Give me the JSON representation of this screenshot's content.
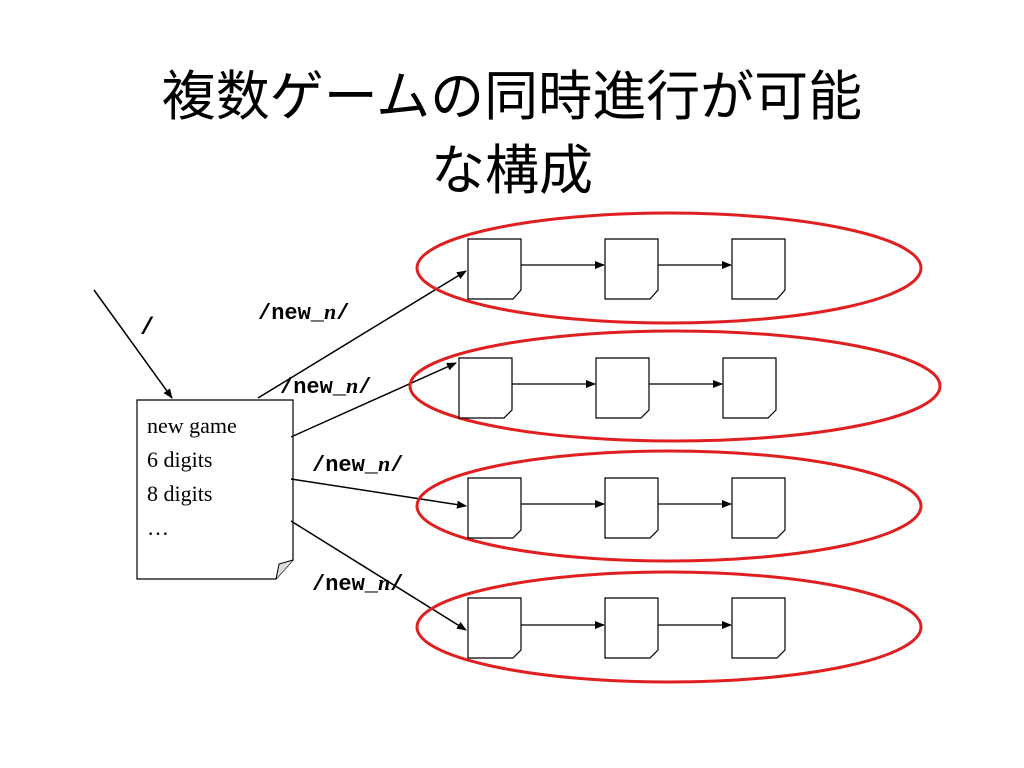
{
  "title": {
    "line1": "複数ゲームの同時進行が可能",
    "line2": "な構成"
  },
  "root_label": "/",
  "menu_page": {
    "lines": [
      "new game",
      "6 digits",
      "8 digits",
      "…"
    ]
  },
  "route_label": {
    "prefix": "/new_",
    "variable": "n",
    "suffix": "/"
  },
  "game_groups": [
    {
      "pages": 3
    },
    {
      "pages": 3
    },
    {
      "pages": 3
    },
    {
      "pages": 3
    }
  ],
  "colors": {
    "group_ellipse": "#e02020",
    "line": "#000000",
    "page_fill": "#ffffff"
  }
}
